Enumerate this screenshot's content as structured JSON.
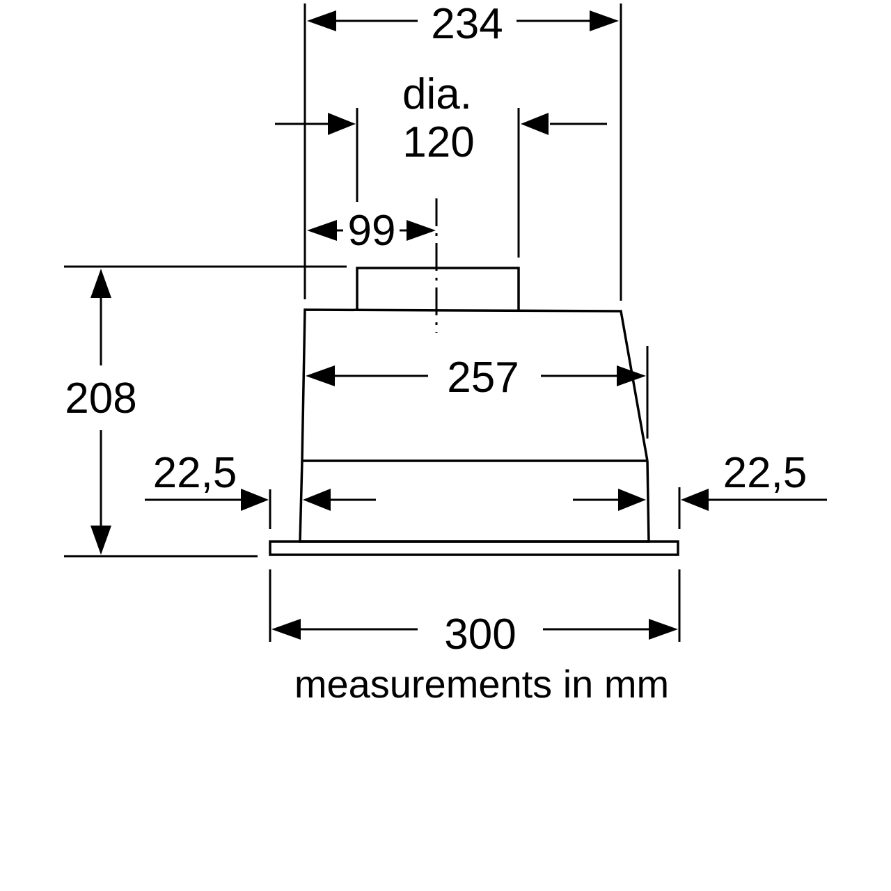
{
  "dimensions": {
    "top_width": "234",
    "duct_label_line1": "dia.",
    "duct_label_line2": "120",
    "duct_offset": "99",
    "body_width": "257",
    "height": "208",
    "left_overhang": "22,5",
    "right_overhang": "22,5",
    "base_width": "300"
  },
  "caption": "measurements in mm",
  "colors": {
    "line": "#000000",
    "background": "#ffffff"
  }
}
